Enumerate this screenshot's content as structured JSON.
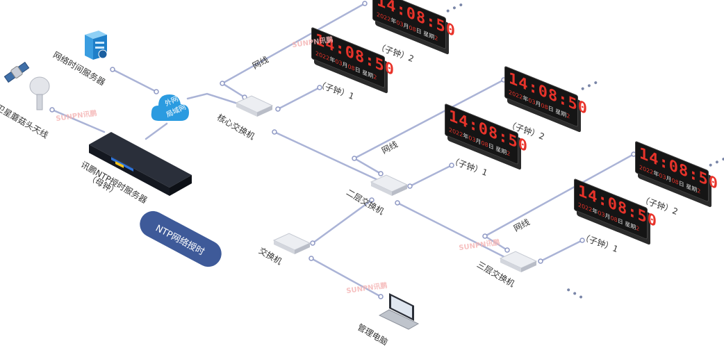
{
  "labels": {
    "satellite_antenna": "卫星蘑菇头天线",
    "network_time_server": "网络时间服务器",
    "cloud_line1": "外网或",
    "cloud_line2": "局域网",
    "ntp_server_line1": "讯鹏NTP授时服务器",
    "ntp_server_line2": "（母钟）",
    "core_switch": "核心交换机",
    "layer2_switch": "二层交换机",
    "layer3_switch": "三层交换机",
    "switch": "交换机",
    "management_pc": "管理电脑",
    "cable": "网线",
    "slave_clock_1": "（子钟）1",
    "slave_clock_2": "（子钟）2",
    "badge": "NTP网络授时"
  },
  "clock": {
    "time": "14:08:50",
    "year": "2022",
    "year_unit": "年",
    "month": "03",
    "month_unit": "月",
    "day": "08",
    "day_unit": "日",
    "weekday_label": "星期",
    "weekday": "2"
  },
  "watermark": "SUNPN讯鹏",
  "colors": {
    "wire": "#aab3d6",
    "cloud": "#2b9be0",
    "badge": "#3e5a99",
    "digit": "#e8332a"
  },
  "icons": [
    "satellite-icon",
    "mushroom-antenna-icon",
    "server-icon",
    "cloud-icon",
    "switch-icon",
    "laptop-icon",
    "rack-server-icon"
  ]
}
